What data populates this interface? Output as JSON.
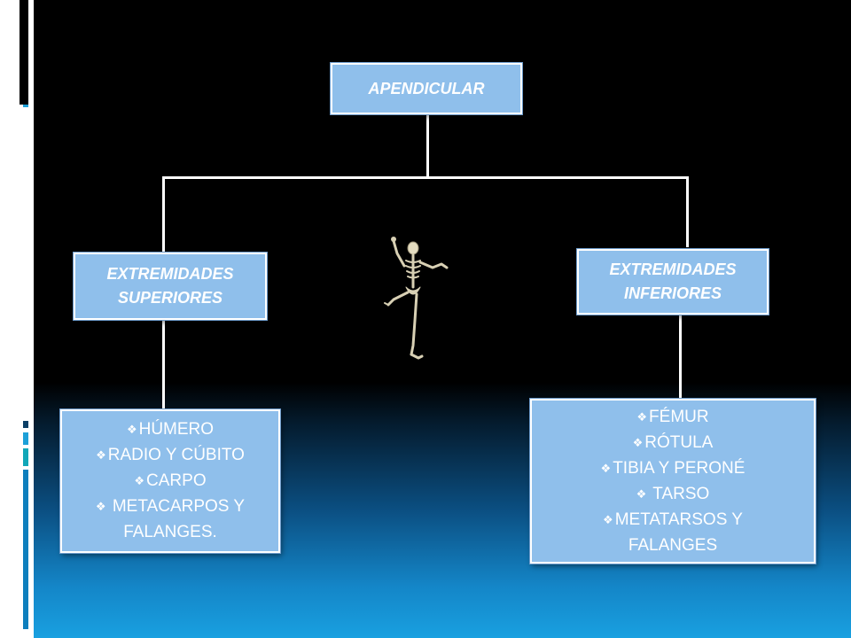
{
  "colors": {
    "node_fill": "#8fbfeb",
    "node_border": "#ffffff",
    "connector": "#ffffff",
    "background_top": "#000000",
    "background_bottom": "#19a0e0",
    "sidebar_accent": "#1da0d8"
  },
  "diagram": {
    "root": {
      "label": "APENDICULAR"
    },
    "superior": {
      "label_line1": "EXTREMIDADES",
      "label_line2": "SUPERIORES",
      "items": [
        "HÚMERO",
        "RADIO Y CÚBITO",
        "CARPO",
        " METACARPOS Y",
        "FALANGES."
      ]
    },
    "inferior": {
      "label_line1": "EXTREMIDADES",
      "label_line2": "INFERIORES",
      "items": [
        "FÉMUR",
        "RÓTULA",
        "TIBIA Y PERONÉ",
        " TARSO",
        "METATARSOS Y",
        "FALANGES"
      ]
    },
    "bullet_glyph": "❖",
    "illustration_icon": "dancing-skeleton-icon"
  }
}
